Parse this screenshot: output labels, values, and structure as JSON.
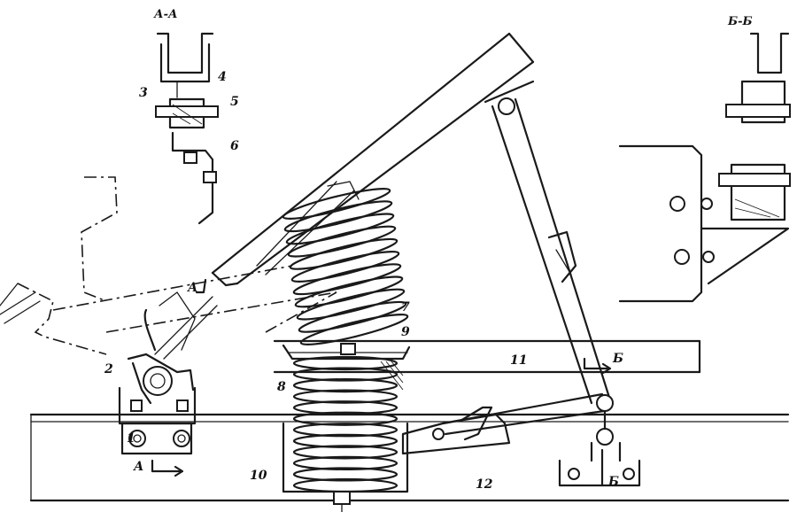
{
  "section_titles": {
    "aa": "А-А",
    "bb": "Б-Б"
  },
  "callouts": [
    "1",
    "2",
    "3",
    "4",
    "5",
    "6",
    "7",
    "8",
    "9",
    "10",
    "11",
    "12"
  ],
  "section_marks": {
    "a_top": "А",
    "a_bottom": "А",
    "b_top": "Б",
    "b_bottom": "Б"
  }
}
